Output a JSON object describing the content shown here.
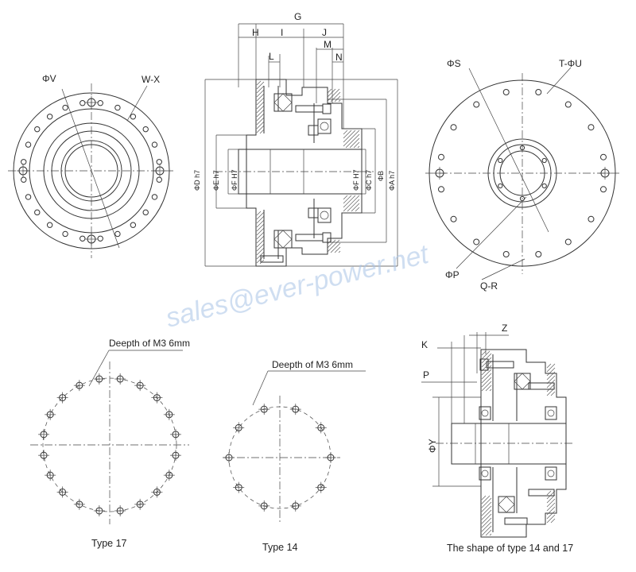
{
  "watermark": "sales@ever-power.net",
  "front_view": {
    "labels": {
      "phi_v": "ΦV",
      "w_x": "W-X"
    }
  },
  "section_view": {
    "top_labels": {
      "g": "G",
      "h": "H",
      "i": "I",
      "j": "J",
      "l": "L",
      "m": "M",
      "n": "N"
    },
    "left_labels": {
      "phi_d": "ΦD h7",
      "phi_e": "ΦE h7",
      "phi_f": "ΦF H7"
    },
    "right_labels": {
      "phi_f": "ΦF H7",
      "phi_c": "ΦC h7",
      "phi_b": "ΦB",
      "phi_a": "ΦA h7"
    }
  },
  "rear_view": {
    "labels": {
      "phi_s": "ΦS",
      "t_u": "T-ΦU",
      "phi_p": "ΦP",
      "q_r": "Q-R"
    }
  },
  "type17": {
    "note": "Deepth of M3 6mm",
    "caption": "Type 17"
  },
  "type14": {
    "note": "Deepth of M3 6mm",
    "caption": "Type 14"
  },
  "shape_view": {
    "labels": {
      "k": "K",
      "z": "Z",
      "p": "P",
      "phi_y": "ΦY"
    },
    "caption": "The shape of type 14 and 17"
  },
  "colors": {
    "line": "#333333",
    "text": "#222222",
    "watermark": "#a9c4e6"
  }
}
